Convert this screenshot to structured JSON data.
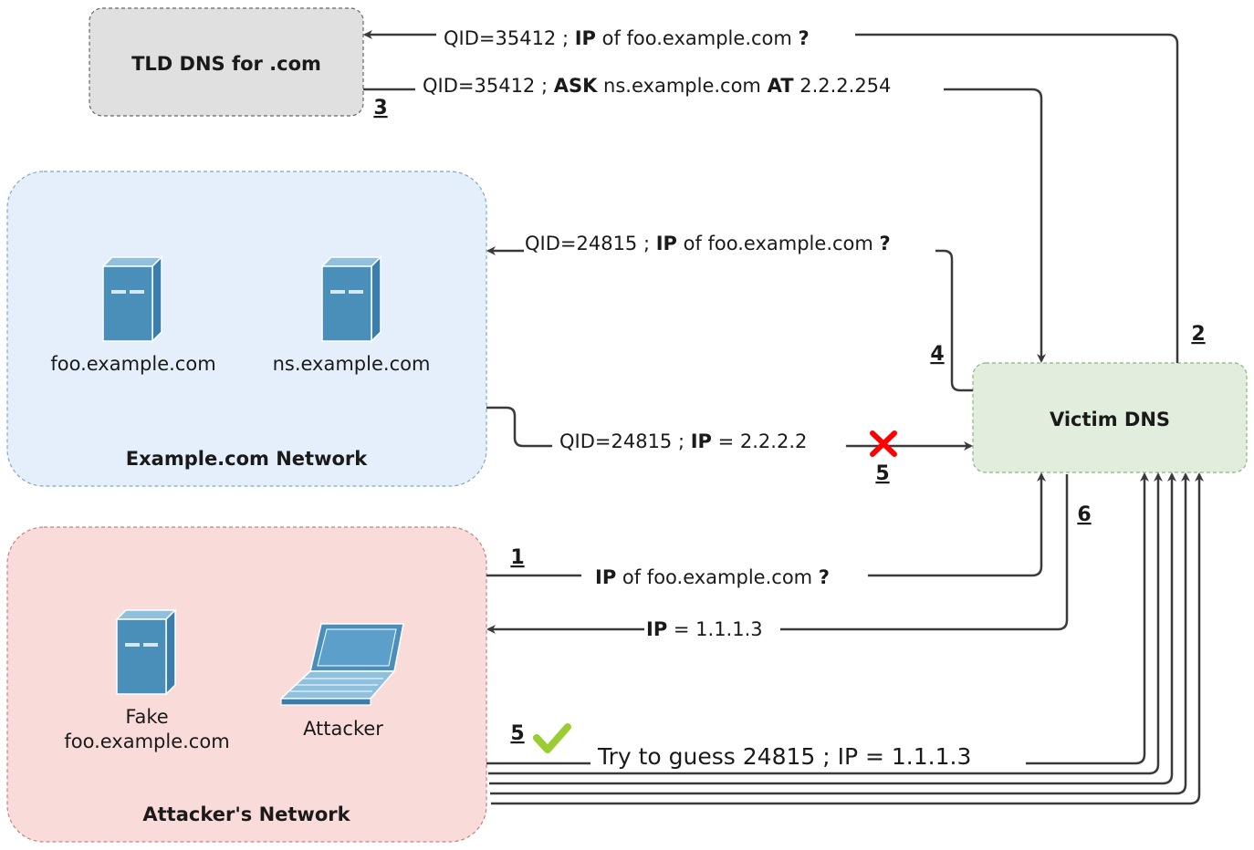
{
  "nodes": {
    "tld": "TLD DNS for .com",
    "victim": "Victim DNS",
    "example_network": "Example.com Network",
    "attacker_network": "Attacker's  Network",
    "foo_server": "foo.example.com",
    "ns_server": "ns.example.com",
    "fake_line1": "Fake",
    "fake_line2": "foo.example.com",
    "attacker": "Attacker"
  },
  "arrows": {
    "a1": {
      "step": "1",
      "b1": "IP",
      "t1": " of foo.example.com ",
      "b2": "?"
    },
    "a2": {
      "step": "2",
      "t1": "QID=35412 ; ",
      "b1": "IP",
      "t2": " of foo.example.com ",
      "b2": "?"
    },
    "a3": {
      "step": "3",
      "t1": "QID=35412 ; ",
      "b1": "ASK",
      "t2": " ns.example.com ",
      "b2": "AT",
      "t3": " 2.2.2.254"
    },
    "a4": {
      "step": "4",
      "t1": "QID=24815 ; ",
      "b1": "IP",
      "t2": " of foo.example.com ",
      "b2": "?"
    },
    "a5_fail": {
      "step": "5",
      "t1": "QID=24815 ; ",
      "b1": "IP",
      "t2": " = 2.2.2.2"
    },
    "a5_ok": {
      "step": "5",
      "text": "Try to guess 24815 ; IP = 1.1.1.3"
    },
    "a6": {
      "step": "6",
      "b1": "IP",
      "t1": " = 1.1.1.3"
    }
  },
  "colors": {
    "tld_fill": "#e0e0e0",
    "victim_fill": "#e2eedd",
    "example_fill": "#e5effc",
    "attacker_fill": "#f9dcda",
    "server_blue": "#4a8fba",
    "fail_red": "#ff0000",
    "ok_green": "#9acd32",
    "line": "#3a3a3a"
  },
  "icons": [
    "server-icon",
    "laptop-icon",
    "cross-icon",
    "check-icon"
  ]
}
